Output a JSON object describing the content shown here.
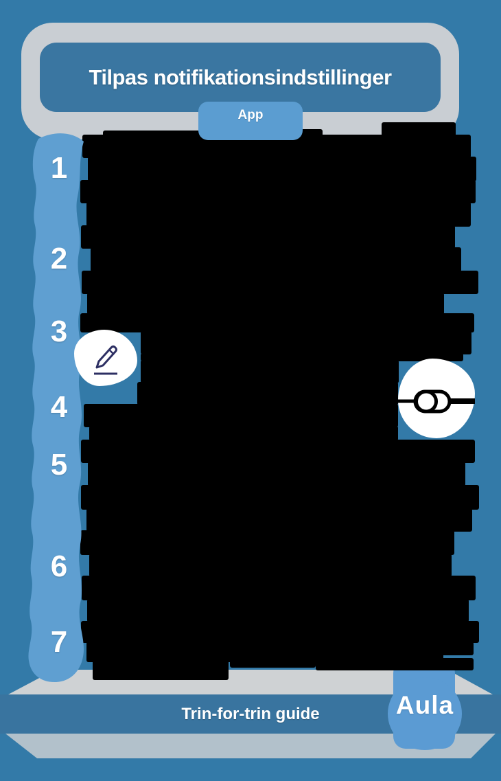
{
  "header": {
    "title": "Tilpas notifikationsindstillinger",
    "platform_badge": "App"
  },
  "steps": [
    {
      "number": "1"
    },
    {
      "number": "2"
    },
    {
      "number": "3"
    },
    {
      "number": "4"
    },
    {
      "number": "5"
    },
    {
      "number": "6"
    },
    {
      "number": "7"
    }
  ],
  "content": {
    "state": "redacted",
    "icons": [
      {
        "name": "pencil-icon",
        "near_step": "3"
      },
      {
        "name": "toggle-icon",
        "near_step": "4"
      }
    ]
  },
  "footer": {
    "label": "Trin-for-trin guide",
    "brand": "Aula"
  },
  "colors": {
    "background": "#337aa8",
    "panel_blue": "#3a76a1",
    "accent_blue": "#5b9dd1",
    "frame_gray": "#c9ced3",
    "footer_band_gray": "#cfd2d4",
    "footer_band_gray2": "#b2c1cb",
    "redaction": "#000000",
    "icon_navy": "#2d2f63",
    "text": "#ffffff"
  }
}
